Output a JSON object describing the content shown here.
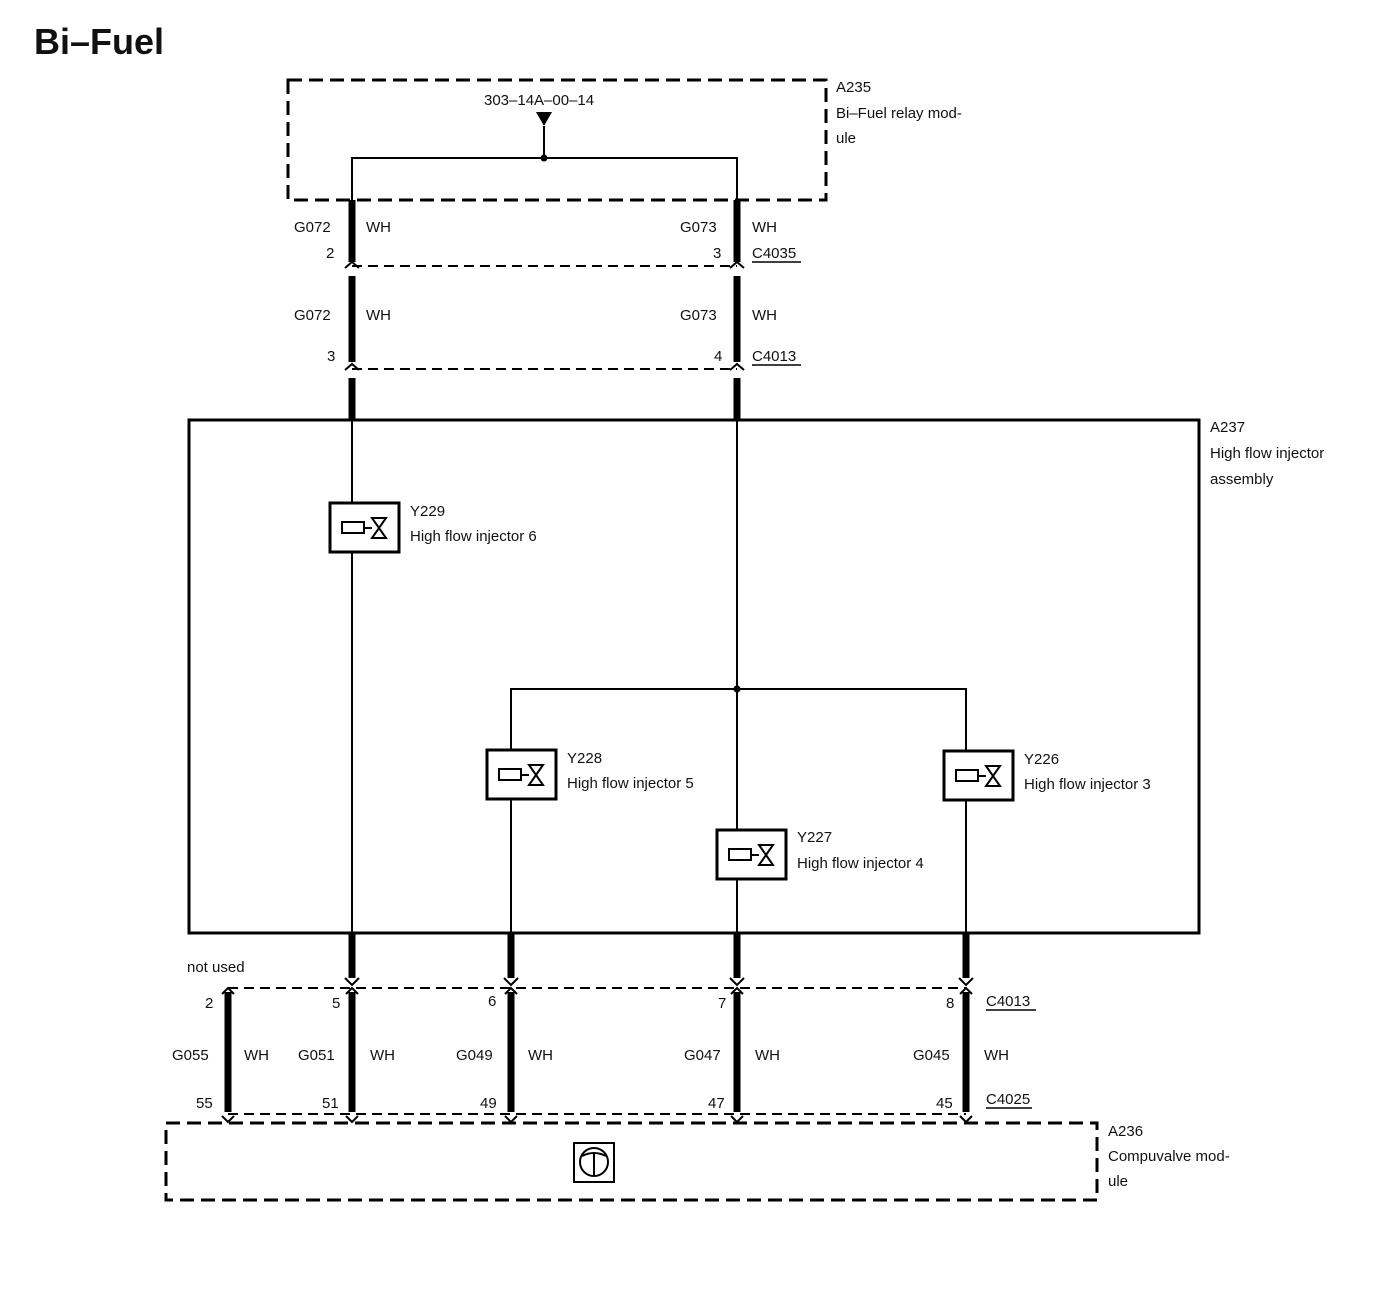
{
  "title": "Bi–Fuel",
  "modules": {
    "a235": {
      "id": "A235",
      "name_line1": "Bi–Fuel relay mod-",
      "name_line2": "ule",
      "ground_ref": "303–14A–00–14"
    },
    "a237": {
      "id": "A237",
      "name_line1": "High flow injector",
      "name_line2": "assembly"
    },
    "a236": {
      "id": "A236",
      "name_line1": "Compuvalve mod-",
      "name_line2": "ule"
    }
  },
  "connectors": {
    "c4035": "C4035",
    "c4013_top": "C4013",
    "c4013_bottom": "C4013",
    "c4025": "C4025"
  },
  "top_wires": {
    "left": {
      "circuit1": "G072",
      "color1": "WH",
      "pin1": "2",
      "circuit2": "G072",
      "color2": "WH",
      "pin2": "3"
    },
    "right": {
      "circuit1": "G073",
      "color1": "WH",
      "pin1": "3",
      "circuit2": "G073",
      "color2": "WH",
      "pin2": "4"
    }
  },
  "injectors": [
    {
      "id": "Y229",
      "name": "High flow injector 6"
    },
    {
      "id": "Y228",
      "name": "High flow injector 5"
    },
    {
      "id": "Y227",
      "name": "High flow injector 4"
    },
    {
      "id": "Y226",
      "name": "High flow injector 3"
    }
  ],
  "bottom_wires": {
    "not_used": "not used",
    "w1": {
      "pin_top": "2",
      "circuit": "G055",
      "color": "WH",
      "pin_bottom": "55"
    },
    "w2": {
      "pin_top": "5",
      "circuit": "G051",
      "color": "WH",
      "pin_bottom": "51"
    },
    "w3": {
      "pin_top": "6",
      "circuit": "G049",
      "color": "WH",
      "pin_bottom": "49"
    },
    "w4": {
      "pin_top": "7",
      "circuit": "G047",
      "color": "WH",
      "pin_bottom": "47"
    },
    "w5": {
      "pin_top": "8",
      "circuit": "G045",
      "color": "WH",
      "pin_bottom": "45"
    }
  }
}
